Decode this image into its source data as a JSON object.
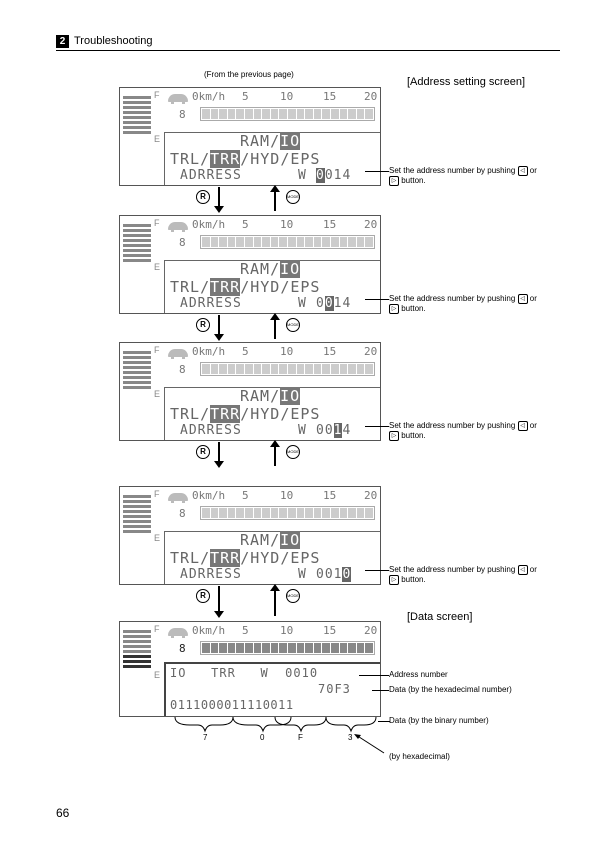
{
  "header": {
    "section_number": "2",
    "title": "Troubleshooting"
  },
  "from_previous": "(From the previous page)",
  "address_setting_label": "[Address setting screen]",
  "data_screen_label": "[Data screen]",
  "lcd": {
    "speed_unit": "0km/h",
    "speed_ticks": [
      "5",
      "10",
      "15",
      "20"
    ],
    "gear": "8",
    "fuel_full": "F",
    "fuel_empty": "E",
    "ram_line": "RAM/IO",
    "trl_line": "TRL/TRR/HYD/EPS",
    "address_word": "ADRRESS",
    "w_label": "W",
    "address_values": [
      "0014",
      "0014",
      "0014",
      "0010"
    ]
  },
  "note_text": "Set the address number by pushing",
  "note_or": "or",
  "note_button": "button.",
  "buttons": {
    "r": "R",
    "mode": "MODE"
  },
  "data_screen": {
    "line1": "IO   TRR   W  0010",
    "hex": "70F3",
    "binary": "0111000011110011",
    "address_number_label": "Address number",
    "hex_label": "Data (by the hexadecimal number)",
    "binary_label": "Data (by the binary number)",
    "by_hex_label": "(by hexadecimal)",
    "nibbles": [
      "7",
      "0",
      "F",
      "3"
    ]
  },
  "page_number": "66"
}
